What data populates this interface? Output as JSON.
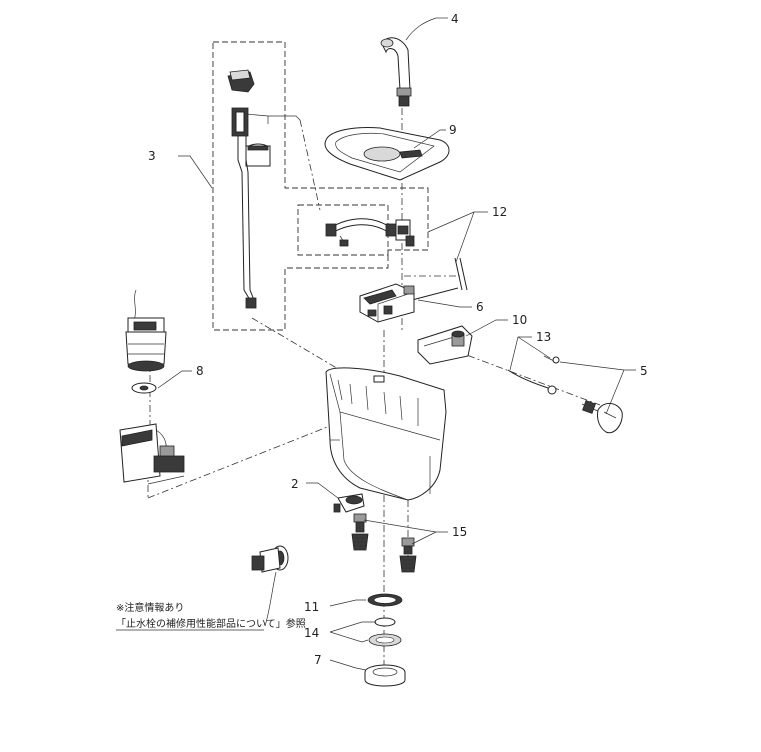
{
  "callouts": {
    "c2": "2",
    "c3": "3",
    "c4": "4",
    "c5": "5",
    "c6": "6",
    "c7": "7",
    "c8": "8",
    "c9": "9",
    "c10": "10",
    "c11": "11",
    "c12": "12",
    "c13": "13",
    "c14": "14",
    "c15": "15"
  },
  "note": {
    "line1": "※注意情報あり",
    "line2": "「止水栓の補修用性能部品について」参照"
  }
}
